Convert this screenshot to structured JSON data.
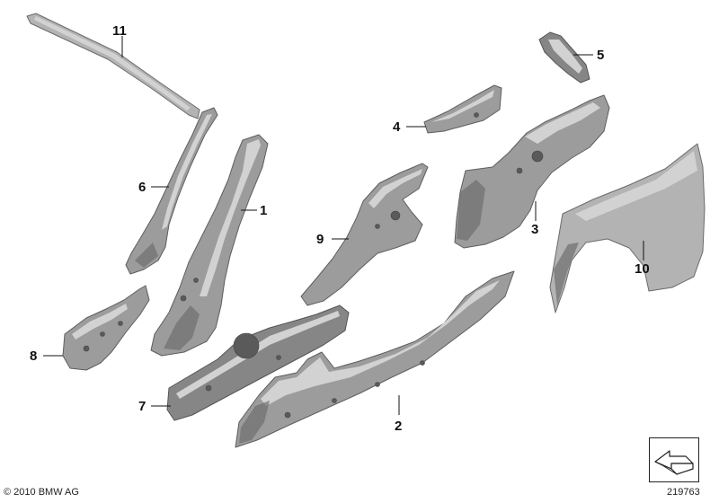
{
  "diagram": {
    "callouts": [
      "1",
      "2",
      "3",
      "4",
      "5",
      "6",
      "7",
      "8",
      "9",
      "10",
      "11"
    ],
    "copyright": "© 2010 BMW AG",
    "diagram_id": "219763",
    "colors": {
      "part_fill": "#9c9c9c",
      "part_outline": "#5e5e5e",
      "callout_text": "#111111"
    }
  },
  "nav": {
    "icon": "arrow-icon"
  }
}
